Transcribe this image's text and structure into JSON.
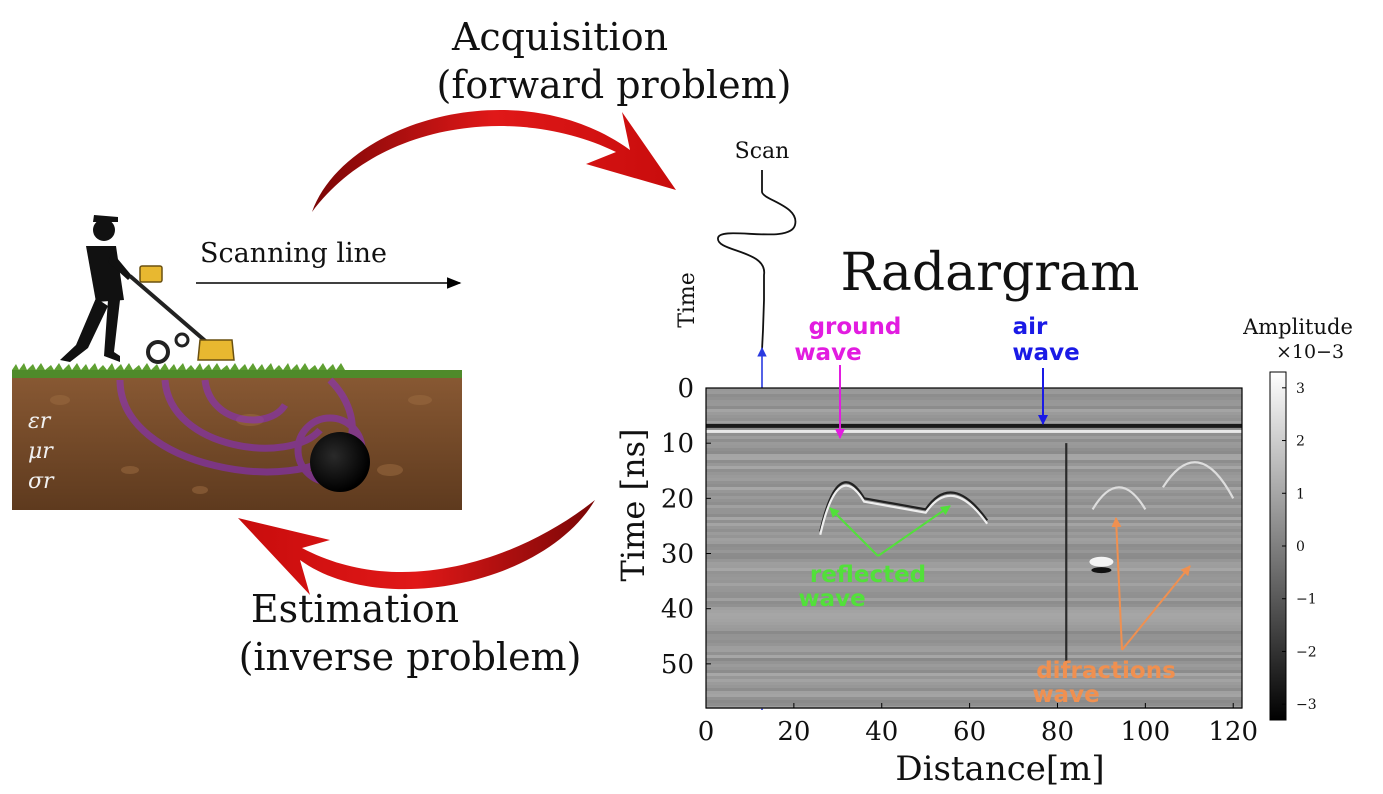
{
  "labels": {
    "acquisition_line1": "Acquisition",
    "acquisition_line2": "(forward problem)",
    "estimation_line1": "Estimation",
    "estimation_line2": "(inverse problem)",
    "scanning_line": "Scanning line",
    "scan": "Scan",
    "trace_time": "Time",
    "radargram_title": "Radargram",
    "ground_wave_1": "ground",
    "ground_wave_2": "wave",
    "air_wave_1": "air",
    "air_wave_2": "wave",
    "reflected_wave_1": "reflected",
    "reflected_wave_2": "wave",
    "diffractions_wave_1": "difractions",
    "diffractions_wave_2": "wave",
    "soil_epsilon": "εr",
    "soil_mu": "μr",
    "soil_sigma": "σr",
    "colorbar_title": "Amplitude",
    "colorbar_scale": "×10−3"
  },
  "chart_data": {
    "type": "heatmap",
    "title": "Radargram",
    "xlabel": "Distance[m]",
    "ylabel": "Time [ns]",
    "xlim": [
      0,
      122
    ],
    "ylim": [
      0,
      58
    ],
    "x_ticks": [
      "0",
      "20",
      "40",
      "60",
      "80",
      "100",
      "120"
    ],
    "y_ticks": [
      "0",
      "10",
      "20",
      "30",
      "40",
      "50"
    ],
    "colorbar": {
      "label": "Amplitude",
      "scale": "×10−3",
      "range": [
        -3.3,
        3.3
      ],
      "ticks": [
        "3",
        "2",
        "1",
        "0",
        "−1",
        "−2",
        "−3"
      ],
      "colormap": "gray"
    },
    "scan_position": 12.5,
    "annotations": [
      {
        "text": "ground wave",
        "x": 30,
        "y": 9,
        "color": "#e21ce0"
      },
      {
        "text": "air wave",
        "x": 80,
        "y": 7,
        "color": "#1a1ae6"
      },
      {
        "text": "reflected wave",
        "x": 30,
        "y": 22,
        "color": "#52e03a"
      },
      {
        "text": "reflected wave",
        "x": 56,
        "y": 22,
        "color": "#52e03a"
      },
      {
        "text": "difractions wave",
        "x": 96,
        "y": 25,
        "color": "#f09050"
      },
      {
        "text": "difractions wave",
        "x": 110,
        "y": 33,
        "color": "#f09050"
      }
    ]
  },
  "colors": {
    "arrow_red": "#d71414",
    "ground_wave": "#e21ce0",
    "air_wave": "#1a1ae6",
    "reflected_wave": "#52e03a",
    "diffractions_wave": "#f09050",
    "soil": "#7a4a2a",
    "grass": "#4f8a2a",
    "gpr_cart": "#e8b830",
    "scan_line": "#2a3ae0"
  },
  "icons": {
    "operator": "person-pushing-gpr-cart-icon",
    "cart": "ground-penetrating-radar-cart-icon",
    "buried_object": "buried-object-icon"
  }
}
